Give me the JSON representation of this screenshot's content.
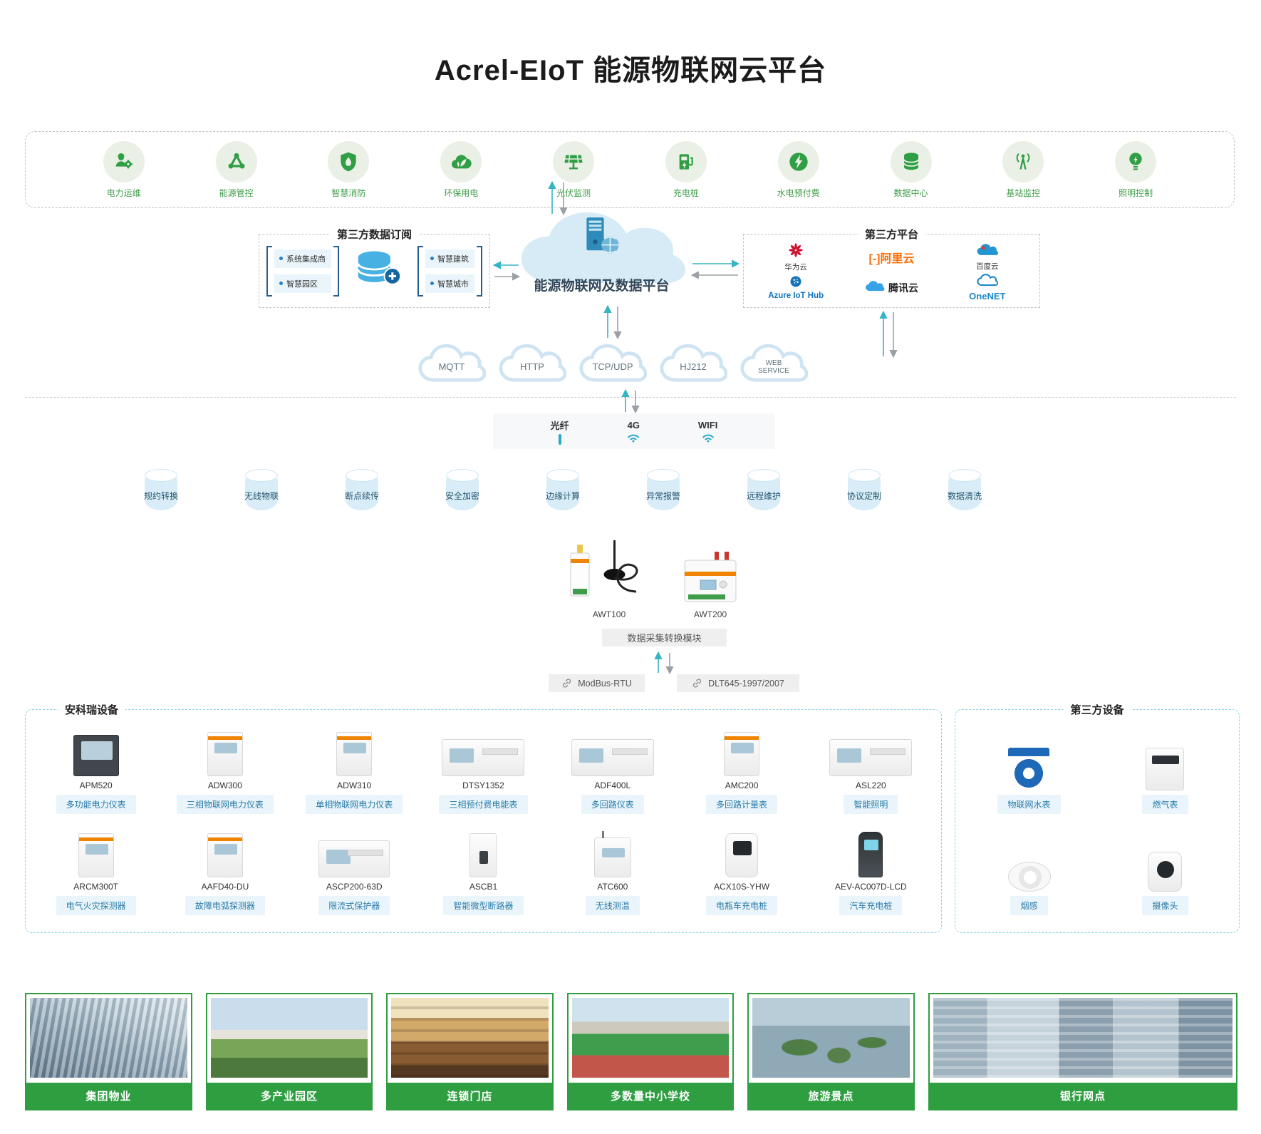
{
  "title": "Acrel-EIoT 能源物联网云平台",
  "applications": {
    "items": [
      {
        "label": "电力运维"
      },
      {
        "label": "能源管控"
      },
      {
        "label": "智慧消防"
      },
      {
        "label": "环保用电"
      },
      {
        "label": "光伏监测"
      },
      {
        "label": "充电桩"
      },
      {
        "label": "水电预付费"
      },
      {
        "label": "数据中心"
      },
      {
        "label": "基站监控"
      },
      {
        "label": "照明控制"
      }
    ]
  },
  "subscription": {
    "title": "第三方数据订阅",
    "left_items": [
      "系统集成商",
      "智慧园区"
    ],
    "right_items": [
      "智慧建筑",
      "智慧城市"
    ]
  },
  "central_cloud": {
    "label": "能源物联网及数据平台"
  },
  "third_party_platforms": {
    "title": "第三方平台",
    "ali_prefix": "[-]",
    "items": [
      "华为云",
      "阿里云",
      "百度云",
      "Azure IoT Hub",
      "腾讯云",
      "OneNET"
    ]
  },
  "protocol_clouds": {
    "items": [
      "MQTT",
      "HTTP",
      "TCP/UDP",
      "HJ212",
      "WEB SERVICE"
    ]
  },
  "connectivity": {
    "items": [
      "光纤",
      "4G",
      "WIFI"
    ]
  },
  "capabilities": {
    "items": [
      "规约转换",
      "无线物联",
      "断点续传",
      "安全加密",
      "边缘计算",
      "异常报警",
      "远程维护",
      "协议定制",
      "数据清洗"
    ]
  },
  "gateway": {
    "devices": [
      {
        "name": "AWT100"
      },
      {
        "name": "AWT200"
      }
    ],
    "module_label": "数据采集转换模块",
    "protocols": [
      "ModBus-RTU",
      "DLT645-1997/2007"
    ]
  },
  "acrel_devices": {
    "title": "安科瑞设备",
    "row1": [
      {
        "name": "APM520",
        "label": "多功能电力仪表"
      },
      {
        "name": "ADW300",
        "label": "三相物联网电力仪表"
      },
      {
        "name": "ADW310",
        "label": "单相物联网电力仪表"
      },
      {
        "name": "DTSY1352",
        "label": "三相预付费电能表"
      },
      {
        "name": "ADF400L",
        "label": "多回路仪表"
      },
      {
        "name": "AMC200",
        "label": "多回路计量表"
      },
      {
        "name": "ASL220",
        "label": "智能照明"
      }
    ],
    "row2": [
      {
        "name": "ARCM300T",
        "label": "电气火灾探测器"
      },
      {
        "name": "AAFD40-DU",
        "label": "故障电弧探测器"
      },
      {
        "name": "ASCP200-63D",
        "label": "限流式保护器"
      },
      {
        "name": "ASCB1",
        "label": "智能微型断路器"
      },
      {
        "name": "ATC600",
        "label": "无线测温"
      },
      {
        "name": "ACX10S-YHW",
        "label": "电瓶车充电桩"
      },
      {
        "name": "AEV-AC007D-LCD",
        "label": "汽车充电桩"
      }
    ]
  },
  "third_party_devices": {
    "title": "第三方设备",
    "items": [
      {
        "label": "物联网水表"
      },
      {
        "label": "燃气表"
      },
      {
        "label": "烟感"
      },
      {
        "label": "摄像头"
      }
    ]
  },
  "scenarios": {
    "items": [
      "集团物业",
      "多产业园区",
      "连锁门店",
      "多数量中小学校",
      "旅游景点",
      "银行网点"
    ]
  },
  "colors": {
    "brand_green": "#2f9e44",
    "teal_arrow": "#35b4c4",
    "gray_arrow": "#9aa0a6",
    "chip_blue_bg": "#e9f5fb",
    "chip_text": "#2a7aa8",
    "alicloud_orange": "#ff6a00",
    "huawei_red": "#ce0e2d",
    "azure_blue": "#1374bc",
    "scene_green": "#2f9e41"
  }
}
